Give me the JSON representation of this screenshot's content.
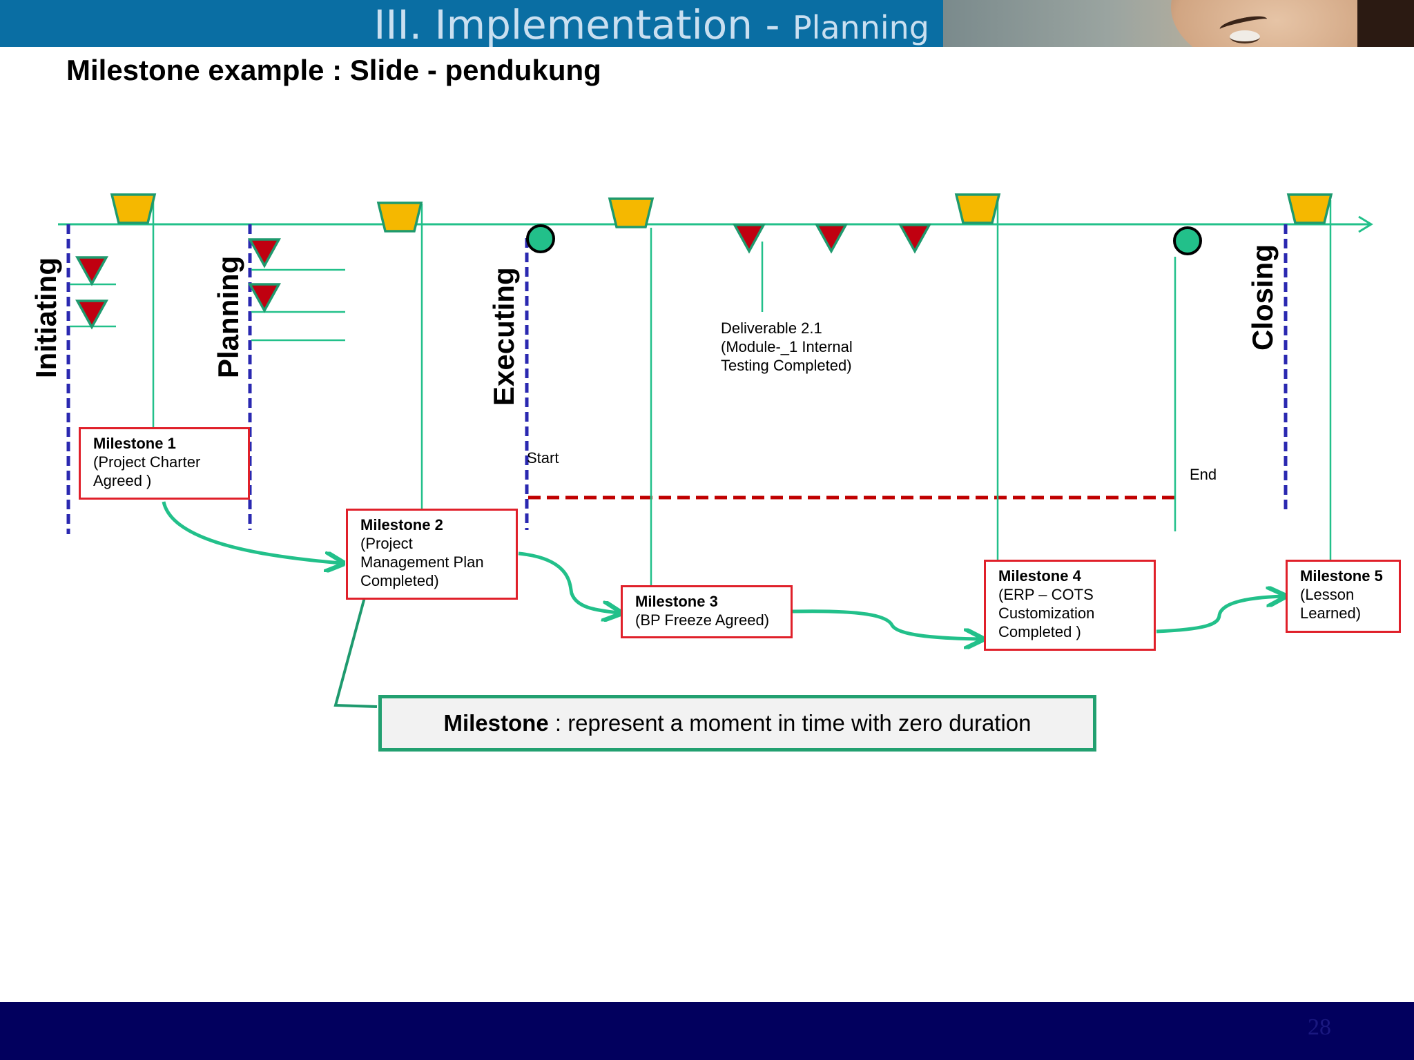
{
  "header": {
    "title": "III. Implementation - ",
    "subtitle": "Planning"
  },
  "slide_title": "Milestone example : Slide - pendukung",
  "phases": [
    "Initiating",
    "Planning",
    "Executing",
    "Closing"
  ],
  "labels": {
    "start": "Start",
    "end": "End",
    "deliverable": "Deliverable 2.1\n(Module-_1 Internal\nTesting Completed)"
  },
  "milestones": [
    {
      "title": "Milestone 1",
      "desc": "(Project Charter\nAgreed )"
    },
    {
      "title": "Milestone 2",
      "desc": "(Project\nManagement Plan\nCompleted)"
    },
    {
      "title": "Milestone 3",
      "desc": "(BP Freeze Agreed)"
    },
    {
      "title": "Milestone 4",
      "desc": "(ERP – COTS\nCustomization\nCompleted )"
    },
    {
      "title": "Milestone 5",
      "desc": "(Lesson\nLearned)"
    }
  ],
  "definition": {
    "term": "Milestone",
    "text": " : represent a moment in time  with zero duration"
  },
  "footer": {
    "page_number": "28"
  },
  "colors": {
    "header_blue": "#0a6ea3",
    "timeline_green": "#22c08a",
    "phase_dash_blue": "#2a28b0",
    "milestone_box_red": "#e0202a",
    "critical_dash_red": "#c00000",
    "trapezoid_fill": "#f5b800",
    "triangle_fill": "#c00010",
    "footer_navy": "#02005e"
  },
  "icons": [
    "milestone-trapezoid-icon",
    "deliverable-triangle-icon",
    "start-end-circle-icon",
    "timeline-arrow-icon"
  ]
}
